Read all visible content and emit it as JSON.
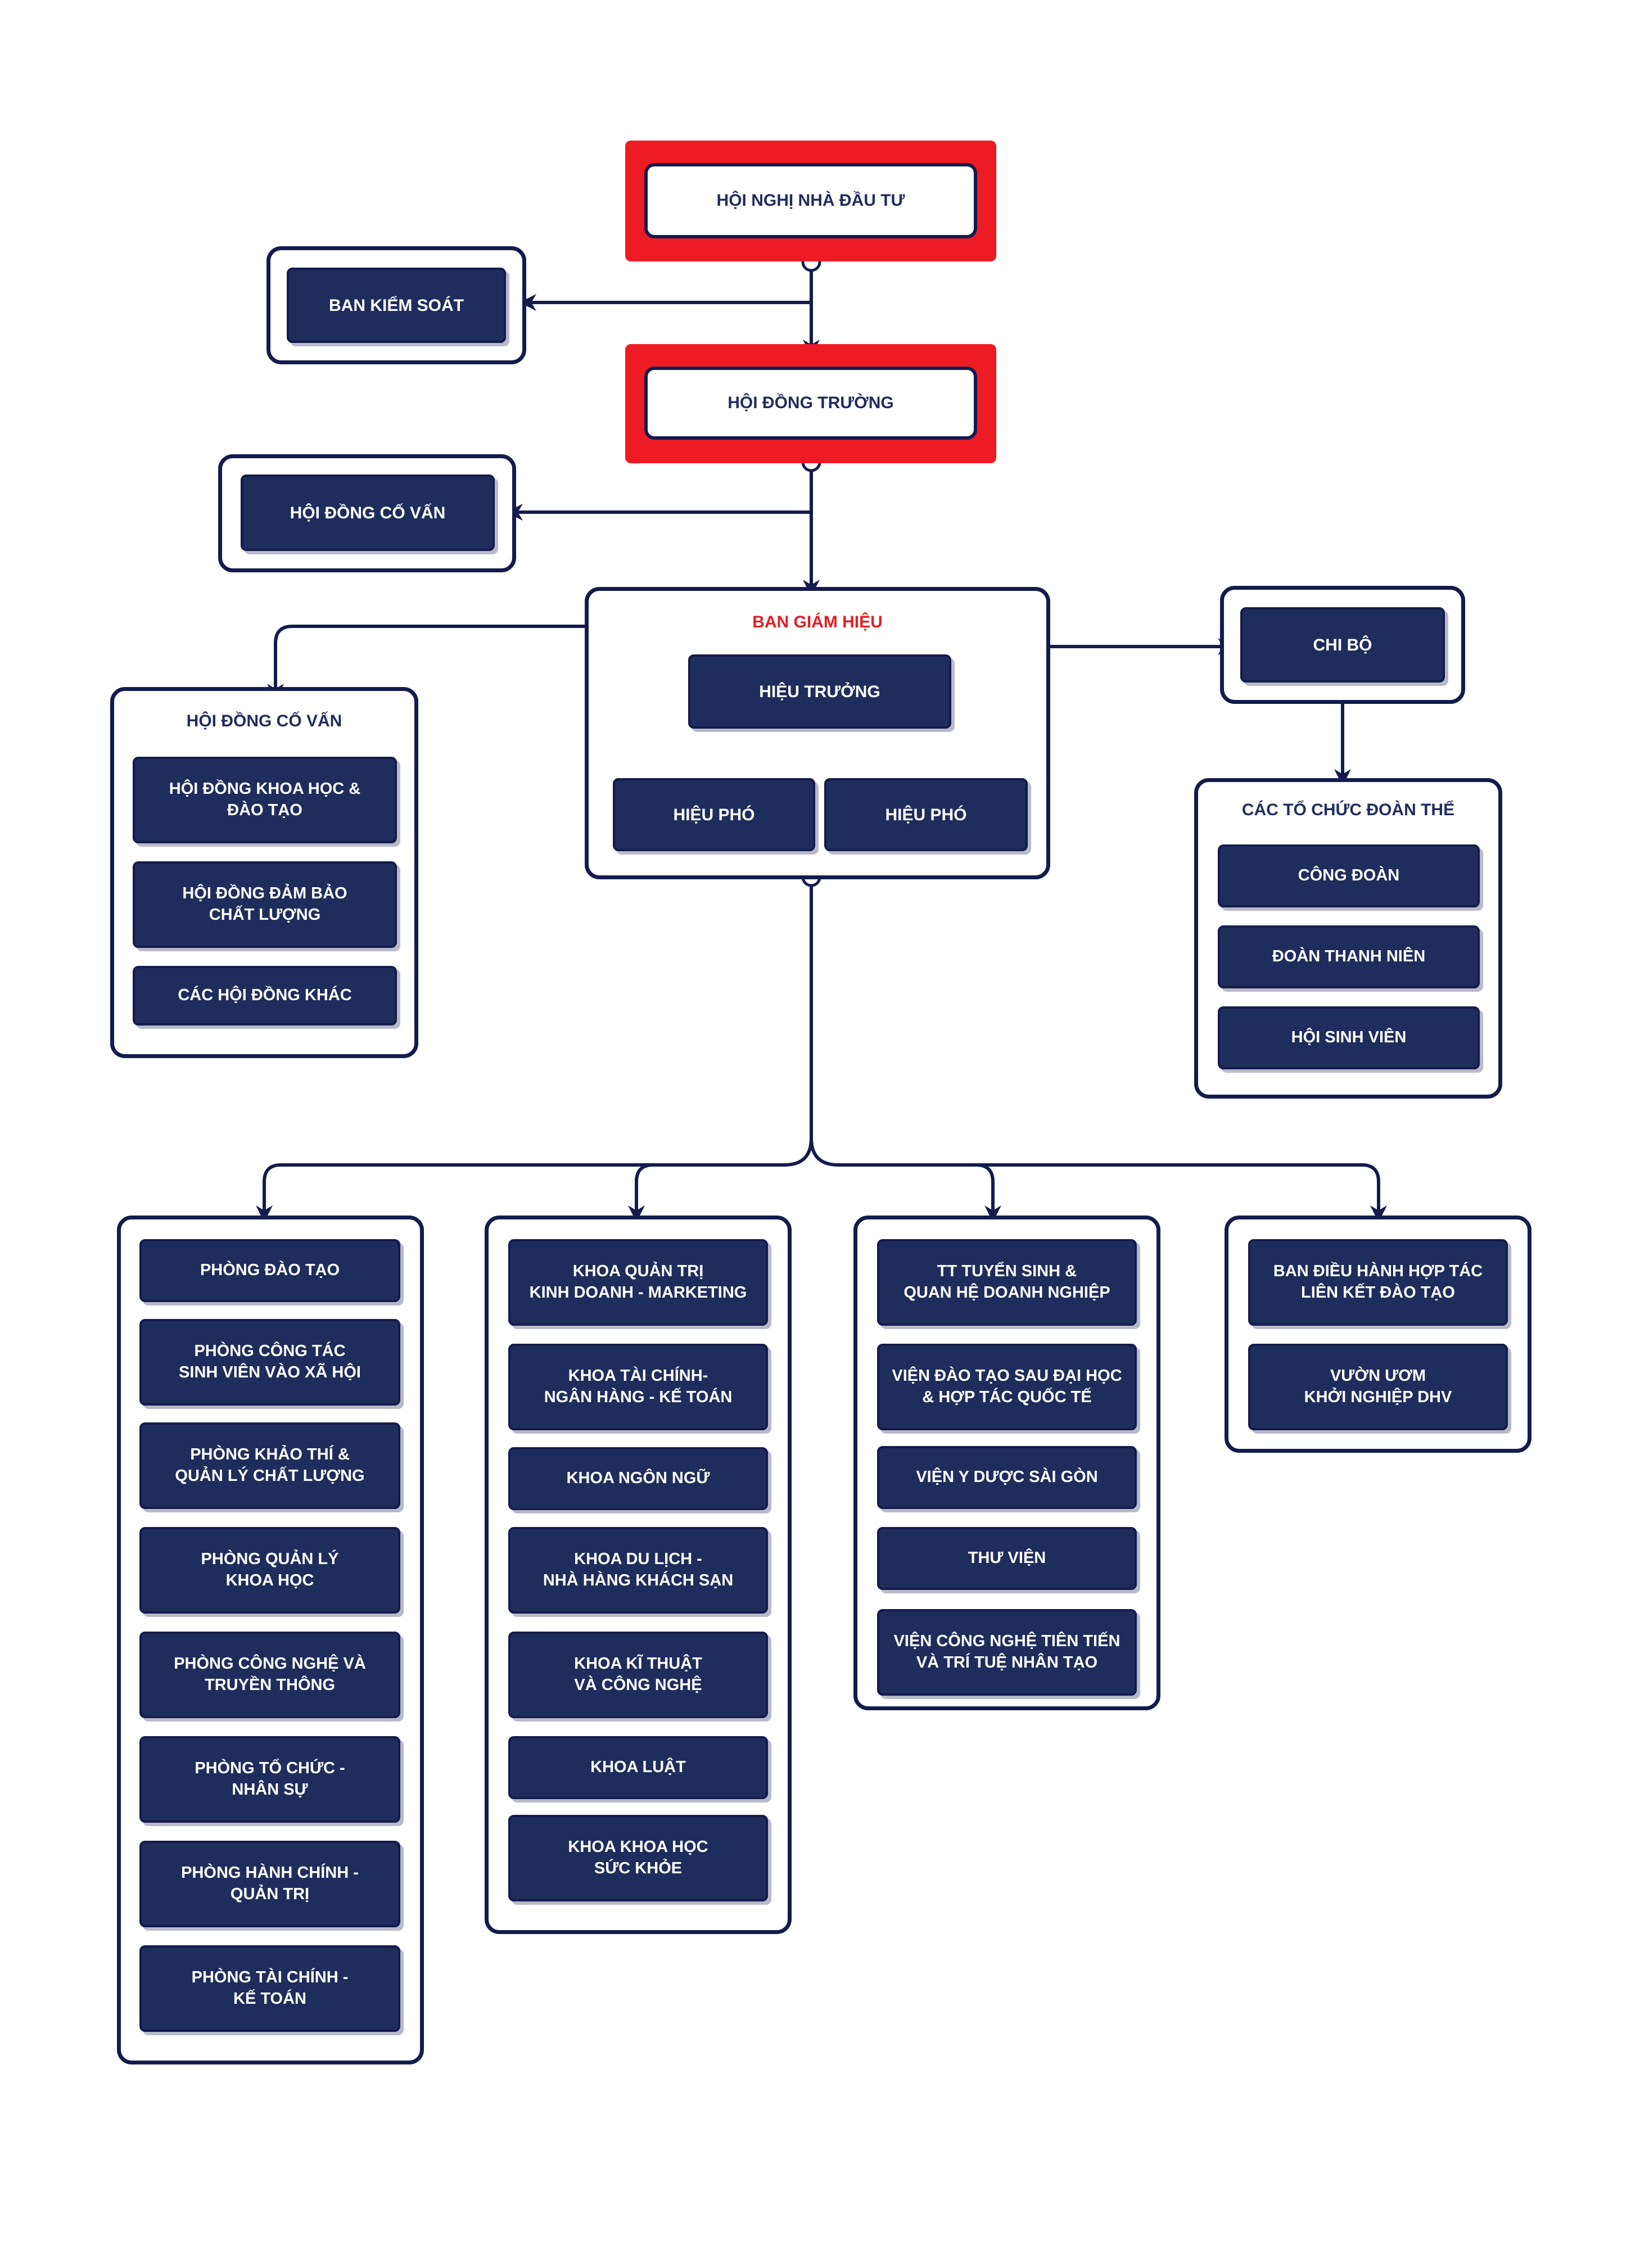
{
  "top": {
    "investors": "HỘI NGHỊ NHÀ ĐẦU TƯ",
    "supervisory": "BAN KIỂM SOÁT",
    "school_council": "HỘI ĐỒNG TRƯỜNG",
    "advisory_council": "HỘI ĐỒNG CỐ VẤN"
  },
  "board": {
    "title": "BAN GIÁM HIỆU",
    "principal": "HIỆU TRƯỞNG",
    "vice_left": "HIỆU PHÓ",
    "vice_right": "HIỆU PHÓ"
  },
  "councils": {
    "title": "HỘI ĐỒNG CỐ VẤN",
    "items": [
      "HỘI ĐỒNG KHOA HỌC &\nĐÀO TẠO",
      "HỘI ĐỒNG ĐẢM BẢO\nCHẤT LƯỢNG",
      "CÁC HỘI ĐỒNG KHÁC"
    ]
  },
  "party": {
    "cell": "CHI BỘ",
    "orgs_title": "CÁC TỔ CHỨC ĐOÀN THỂ",
    "orgs": [
      "CÔNG ĐOÀN",
      "ĐOÀN THANH NIÊN",
      "HỘI SINH VIÊN"
    ]
  },
  "columns": {
    "offices": [
      "PHÒNG ĐÀO TẠO",
      "PHÒNG CÔNG TÁC\nSINH VIÊN VÀO XÃ HỘI",
      "PHÒNG KHẢO THÍ &\nQUẢN LÝ CHẤT LƯỢNG",
      "PHÒNG QUẢN LÝ\nKHOA HỌC",
      "PHÒNG CÔNG NGHỆ VÀ\nTRUYỀN THÔNG",
      "PHÒNG TỔ CHỨC -\nNHÂN SỰ",
      "PHÒNG HÀNH CHÍNH -\nQUẢN TRỊ",
      "PHÒNG TÀI CHÍNH -\nKẾ TOÁN"
    ],
    "faculties": [
      "KHOA QUẢN TRỊ\nKINH DOANH - MARKETING",
      "KHOA TÀI CHÍNH-\nNGÂN HÀNG - KẾ TOÁN",
      "KHOA NGÔN NGỮ",
      "KHOA DU LỊCH -\nNHÀ HÀNG KHÁCH SẠN",
      "KHOA KĨ THUẬT\nVÀ CÔNG NGHỆ",
      "KHOA LUẬT",
      "KHOA KHOA HỌC\nSỨC KHỎE"
    ],
    "centers": [
      "TT TUYỂN SINH &\nQUAN HỆ DOANH NGHIỆP",
      "VIỆN ĐÀO TẠO SAU ĐẠI HỌC\n& HỢP TÁC QUỐC TẾ",
      "VIỆN Y DƯỢC SÀI GÒN",
      "THƯ VIỆN",
      "VIỆN CÔNG NGHỆ TIÊN TIẾN\nVÀ TRÍ TUỆ NHÂN TẠO"
    ],
    "boards": [
      "BAN ĐIỀU HÀNH HỢP TÁC\nLIÊN KẾT ĐÀO TẠO",
      "VƯỜN ƯƠM\nKHỞI NGHIỆP DHV"
    ]
  },
  "colors": {
    "navy": "#1f2d5c",
    "border": "#141b4d",
    "red_frame": "#ed1c24",
    "red_text": "#e31e24"
  }
}
